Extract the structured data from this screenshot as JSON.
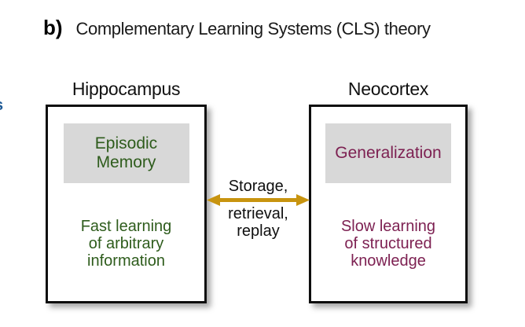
{
  "colors": {
    "green": "#2e5c1c",
    "purple": "#7d2152",
    "gold": "#c8940f",
    "blue_fragment": "#1e5a96",
    "inner_box_gray": "#d8d8d8"
  },
  "title": {
    "panel_label": "b)",
    "text": "Complementary Learning Systems (CLS) theory"
  },
  "edge_fragment": "s",
  "left_system": {
    "region_label": "Hippocampus",
    "function_label": "Episodic\nMemory",
    "description": "Fast learning\nof arbitrary\ninformation"
  },
  "right_system": {
    "region_label": "Neocortex",
    "function_label": "Generalization",
    "description": "Slow learning\nof structured\nknowledge"
  },
  "connector": {
    "line1": "Storage,",
    "line2": "retrieval,",
    "line3": "replay"
  }
}
